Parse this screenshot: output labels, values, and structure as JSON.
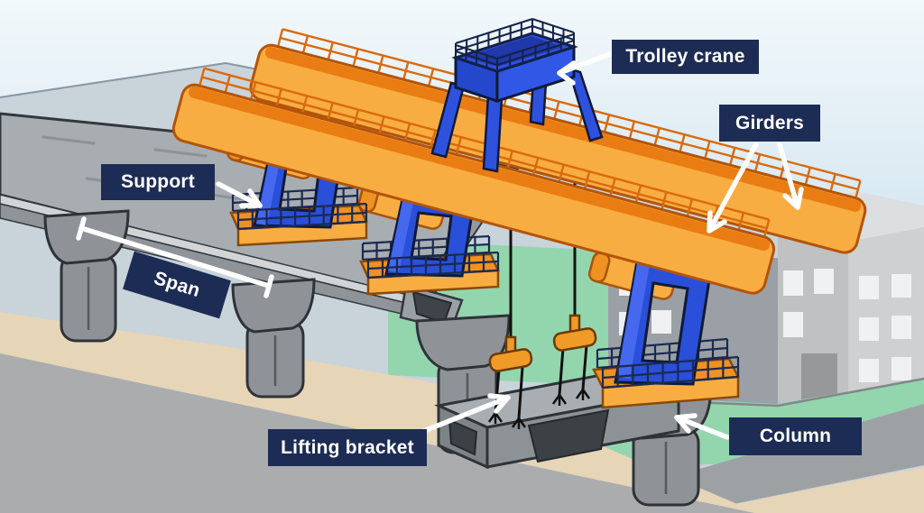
{
  "figure": {
    "type": "labeled-diagram",
    "subject": "Bridge girder launching gantry (beam launcher) construction diagram"
  },
  "labels": {
    "trolley_crane": "Trolley crane",
    "girders": "Girders",
    "support": "Support",
    "span": "Span",
    "lifting_bracket": "Lifting bracket",
    "column": "Column"
  },
  "colors": {
    "label_bg": "#1d2c54",
    "label_text": "#ffffff",
    "girder_orange": "#f8ad42",
    "girder_top_shade": "#e97c12",
    "girder_outline": "#b3540a",
    "girder_railing": "#d96a0e",
    "support_blue": "#2a4fd8",
    "support_blue_light": "#4668ee",
    "navy_outline": "#0f1a38",
    "navy_railing": "#1b2a52",
    "concrete_gray": "#a8adb2",
    "column_gray": "#8f9397",
    "dark_outline": "#2e3338",
    "sky_top": "#f2f8fb",
    "sky_bottom": "#b7d4e5",
    "grass_green": "#93d6ae",
    "ground_beige": "#e7d5b8",
    "road_gray": "#9ea1a4",
    "building_gray": "#c7c9cb",
    "arrow_white": "#ffffff",
    "cable_black": "#111111",
    "bracket_orange": "#f09a28"
  }
}
